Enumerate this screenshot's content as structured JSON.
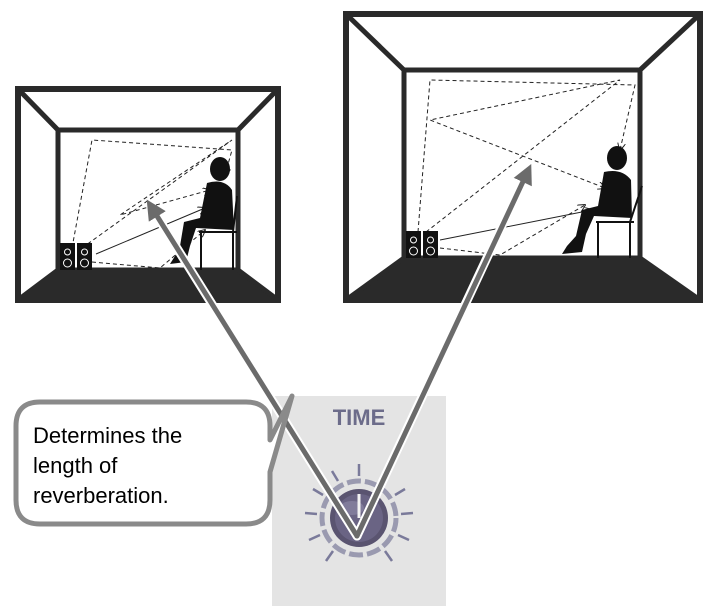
{
  "knob": {
    "label": "TIME",
    "icon": "rotary-knob-icon"
  },
  "callout": {
    "lines": [
      "Determines the",
      "length of",
      "reverberation."
    ]
  },
  "rooms": [
    {
      "name": "small-room",
      "listener_icon": "seated-listener-icon",
      "speaker_icon": "speaker-pair-icon"
    },
    {
      "name": "large-room",
      "listener_icon": "seated-listener-icon",
      "speaker_icon": "speaker-pair-icon"
    }
  ],
  "colors": {
    "room_frame": "#2a2a2a",
    "floor": "#2a2a2a",
    "arrow": "#6b6b6b",
    "knob_panel": "#e4e4e4",
    "knob_body": "#5a5470",
    "knob_label": "#6c6c8a",
    "callout_border": "#8a8a8a"
  }
}
